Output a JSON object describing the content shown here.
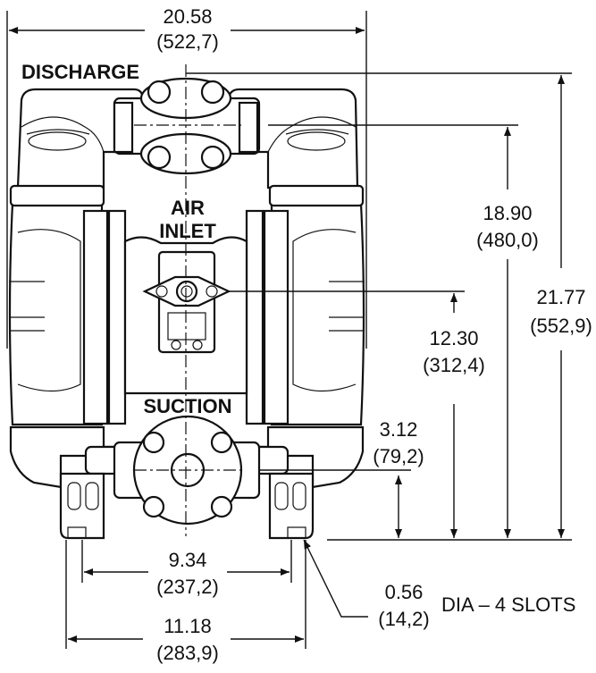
{
  "labels": {
    "discharge": "DISCHARGE",
    "air": "AIR",
    "inlet": "INLET",
    "suction": "SUCTION"
  },
  "dims": {
    "overall_width": {
      "in": "20.58",
      "mm": "(522,7)"
    },
    "height_discharge": {
      "in": "18.90",
      "mm": "(480,0)"
    },
    "overall_height": {
      "in": "21.77",
      "mm": "(552,9)"
    },
    "height_air": {
      "in": "12.30",
      "mm": "(312,4)"
    },
    "height_suction": {
      "in": "3.12",
      "mm": "(79,2)"
    },
    "slot_spacing": {
      "in": "9.34",
      "mm": "(237,2)"
    },
    "base_width": {
      "in": "11.18",
      "mm": "(283,9)"
    },
    "slot_dia": {
      "in": "0.56",
      "mm": "(14,2)",
      "note": "DIA – 4 SLOTS"
    }
  }
}
